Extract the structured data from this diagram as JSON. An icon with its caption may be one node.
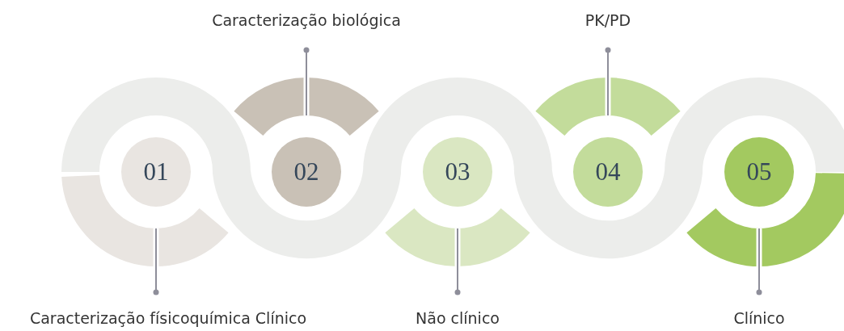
{
  "diagram": {
    "nodes": [
      {
        "text": [
          "01"
        ]
      },
      {
        "text": [
          "02"
        ]
      },
      {
        "text": [
          "03"
        ]
      },
      {
        "text": [
          "04"
        ]
      },
      {
        "text": [
          "05"
        ]
      },
      {
        "text": [],
        "shape": "arc"
      },
      {
        "text": [],
        "shape": "arc"
      },
      {
        "text": [],
        "shape": "arc"
      },
      {
        "text": [],
        "shape": "arc"
      },
      {
        "text": [],
        "shape": "arc"
      },
      {
        "text": [
          "Caracterização físicoquímica Clínico"
        ]
      },
      {
        "text": [
          "Caracterização biológica"
        ]
      },
      {
        "text": [
          "Não clínico"
        ]
      },
      {
        "text": [
          "PK/PD"
        ]
      },
      {
        "text": [
          "Clínico"
        ]
      }
    ],
    "edges": [
      {
        "from": 10,
        "to": 5,
        "arrow": "other"
      },
      {
        "from": 11,
        "to": 6,
        "arrow": "other"
      },
      {
        "from": 12,
        "to": 7,
        "arrow": "other"
      },
      {
        "from": 13,
        "to": 8,
        "arrow": "other"
      },
      {
        "from": 14,
        "to": 9,
        "arrow": "other"
      }
    ]
  }
}
